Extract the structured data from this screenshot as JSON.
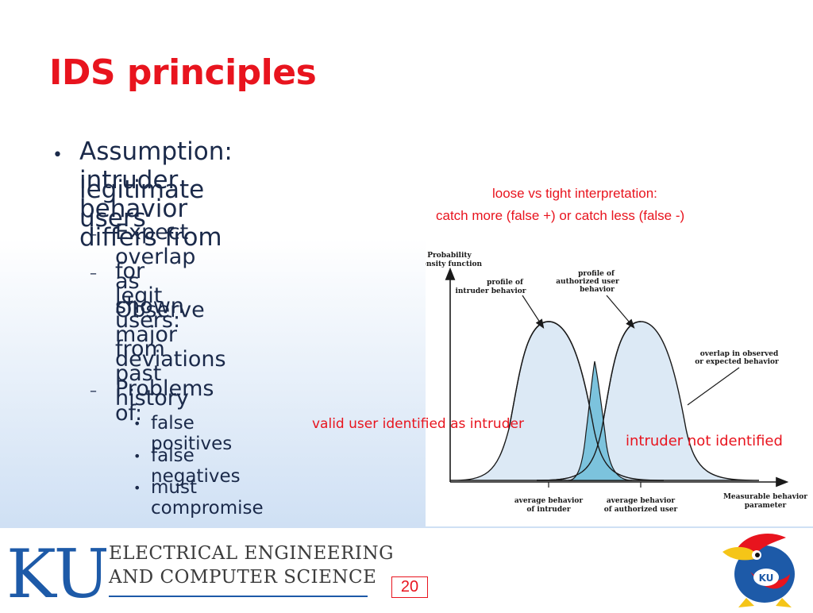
{
  "slide": {
    "title": "IDS principles",
    "bullet1_line1": "Assumption: intruder behavior differs from",
    "bullet1_line2": "legitimate users",
    "sub1": "Expect overlap as shown",
    "sub2": "for legit users:",
    "sub2_cont1": "Observe major deviations",
    "sub2_cont2": "from past history",
    "sub3": "Problems of:",
    "sub3_items": [
      "false positives",
      "false negatives",
      "must compromise"
    ],
    "note_top_line1": "loose vs tight interpretation:",
    "note_top_line2": "catch more (false +) or catch less (false -)",
    "note_fp": "valid user identified as intruder",
    "note_fn": "intruder not identified"
  },
  "figure": {
    "y_axis_label_line1": "Probability",
    "y_axis_label_line2": "density function",
    "intruder_profile_line1": "profile of",
    "intruder_profile_line2": "intruder behavior",
    "authorized_profile_line1": "profile of",
    "authorized_profile_line2": "authorized user",
    "authorized_profile_line3": "behavior",
    "overlap_line1": "overlap in observed",
    "overlap_line2": "or expected behavior",
    "x_label_intruder_line1": "average behavior",
    "x_label_intruder_line2": "of intruder",
    "x_label_authorized_line1": "average behavior",
    "x_label_authorized_line2": "of authorized user",
    "x_axis_label_line1": "Measurable behavior",
    "x_axis_label_line2": "parameter",
    "colors": {
      "curve_fill": "#dce9f5",
      "overlap_fill": "#7cc3dd",
      "stroke": "#1a1a1a"
    }
  },
  "footer": {
    "logo_text": "KU",
    "dept_line1": "ELECTRICAL ENGINEERING",
    "dept_line2": "AND COMPUTER SCIENCE",
    "page_number": "20",
    "colors": {
      "ku_blue": "#1d5aa8",
      "accent_red": "#e8141e"
    }
  }
}
